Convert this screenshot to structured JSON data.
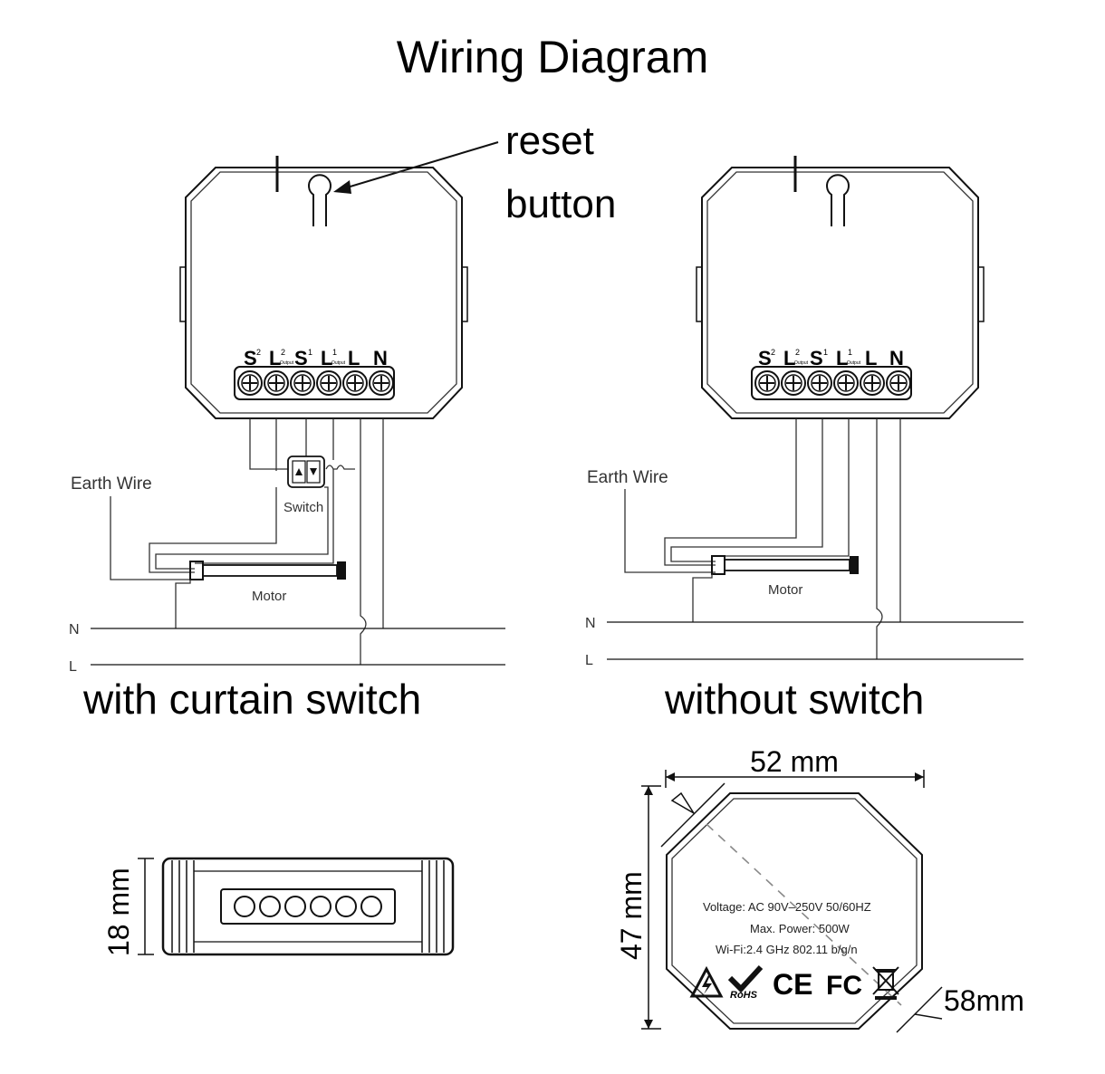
{
  "title": "Wiring Diagram",
  "reset_label_1": "reset",
  "reset_label_2": "button",
  "left": {
    "caption": "with curtain switch",
    "earth": "Earth Wire",
    "switch": "Switch",
    "motor": "Motor",
    "n": "N",
    "l": "L"
  },
  "right": {
    "caption": "without switch",
    "earth": "Earth Wire",
    "motor": "Motor",
    "n": "N",
    "l": "L"
  },
  "terminals": [
    {
      "letter": "S",
      "sup": "2"
    },
    {
      "letter": "L",
      "sup": "2"
    },
    {
      "letter": "S",
      "sup": "1"
    },
    {
      "letter": "L",
      "sup": "1"
    },
    {
      "letter": "L",
      "sup": ""
    },
    {
      "letter": "N",
      "sup": ""
    }
  ],
  "terminal_sub": "Output",
  "dimensions": {
    "height": "18 mm",
    "width": "52 mm",
    "depth": "47 mm",
    "diag": "58mm"
  },
  "specs": {
    "line1": "Voltage: AC 90V–250V    50/60HZ",
    "line2": "Max. Power: 500W",
    "line3": "Wi-Fi:2.4 GHz     802.11 b/g/n"
  },
  "cert": {
    "rohs": "RoHS",
    "ce": "CE",
    "fc": "FC"
  },
  "icons": [
    "high-voltage-icon",
    "rohs-check-icon",
    "ce-mark-icon",
    "fcc-mark-icon",
    "weee-bin-icon"
  ]
}
